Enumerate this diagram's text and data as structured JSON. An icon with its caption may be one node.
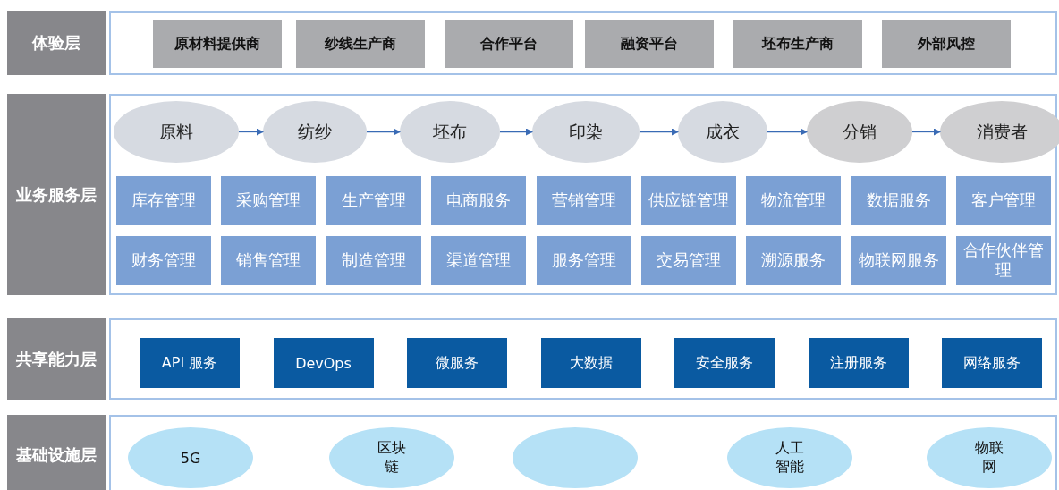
{
  "diagram": {
    "nodes": [
      {
        "text": [
          "体验层"
        ]
      },
      {
        "text": [],
        "shape": "box"
      },
      {
        "text": [
          "原材料提供商"
        ],
        "in": 1
      },
      {
        "text": [
          "纱线生产商"
        ],
        "in": 1
      },
      {
        "text": [
          "合作平台"
        ],
        "in": 1
      },
      {
        "text": [
          "融资平台"
        ],
        "in": 1
      },
      {
        "text": [
          "坯布生产商"
        ],
        "in": 1
      },
      {
        "text": [
          "外部风控"
        ],
        "in": 1
      },
      {
        "text": [
          "业务服务层"
        ]
      },
      {
        "text": [],
        "shape": "box"
      },
      {
        "text": [
          "原料"
        ],
        "in": 9
      },
      {
        "text": [
          "纺纱"
        ],
        "in": 9
      },
      {
        "text": [
          "坯布"
        ],
        "in": 9
      },
      {
        "text": [
          "印染"
        ],
        "in": 9
      },
      {
        "text": [
          "成衣"
        ],
        "in": 9
      },
      {
        "text": [
          "分销"
        ],
        "in": 9
      },
      {
        "text": [
          "消费者"
        ],
        "in": 9
      },
      {
        "text": [
          "库存管理"
        ],
        "in": 9
      },
      {
        "text": [
          "采购管理"
        ],
        "in": 9
      },
      {
        "text": [
          "生产管理"
        ],
        "in": 9
      },
      {
        "text": [
          "电商服务"
        ],
        "in": 9
      },
      {
        "text": [
          "营销管理"
        ],
        "in": 9
      },
      {
        "text": [
          "供应链管理"
        ],
        "in": 9
      },
      {
        "text": [
          "物流管理"
        ],
        "in": 9
      },
      {
        "text": [
          "数据服务"
        ],
        "in": 9
      },
      {
        "text": [
          "客户管理"
        ],
        "in": 9
      },
      {
        "text": [
          "财务管理"
        ],
        "in": 9
      },
      {
        "text": [
          "销售管理"
        ],
        "in": 9
      },
      {
        "text": [
          "制造管理"
        ],
        "in": 9
      },
      {
        "text": [
          "渠道管理"
        ],
        "in": 9
      },
      {
        "text": [
          "服务管理"
        ],
        "in": 9
      },
      {
        "text": [
          "交易管理"
        ],
        "in": 9
      },
      {
        "text": [
          "溯源服务"
        ],
        "in": 9
      },
      {
        "text": [
          "物联网服务"
        ],
        "in": 9
      },
      {
        "text": [
          "合作伙伴管理"
        ],
        "in": 9
      },
      {
        "text": [
          "共享能力层"
        ]
      },
      {
        "text": [],
        "shape": "box"
      },
      {
        "text": [
          "API 服务"
        ],
        "in": 36
      },
      {
        "text": [
          "DevOps"
        ],
        "in": 36
      },
      {
        "text": [
          "微服务"
        ],
        "in": 36
      },
      {
        "text": [
          "大数据"
        ],
        "in": 36
      },
      {
        "text": [
          "安全服务"
        ],
        "in": 36
      },
      {
        "text": [
          "注册服务"
        ],
        "in": 36
      },
      {
        "text": [
          "网络服务"
        ],
        "in": 36
      },
      {
        "text": [
          "基础设施层"
        ]
      },
      {
        "text": [],
        "shape": "box"
      },
      {
        "text": [
          "5G"
        ],
        "in": 45
      },
      {
        "text": [
          "区块链"
        ],
        "in": 45
      },
      {
        "text": [],
        "shape": "ellipse",
        "in": 45
      },
      {
        "text": [
          "人工智能"
        ],
        "in": 45
      },
      {
        "text": [
          "物联网"
        ],
        "in": 45
      }
    ],
    "edges": [
      {
        "from": 10,
        "to": 11,
        "arrow": "to"
      },
      {
        "from": 11,
        "to": 12,
        "arrow": "to"
      },
      {
        "from": 12,
        "to": 13,
        "arrow": "to"
      },
      {
        "from": 13,
        "to": 14,
        "arrow": "to"
      },
      {
        "from": 14,
        "to": 15,
        "arrow": "to"
      },
      {
        "from": 15,
        "to": 16,
        "arrow": "to"
      }
    ]
  }
}
